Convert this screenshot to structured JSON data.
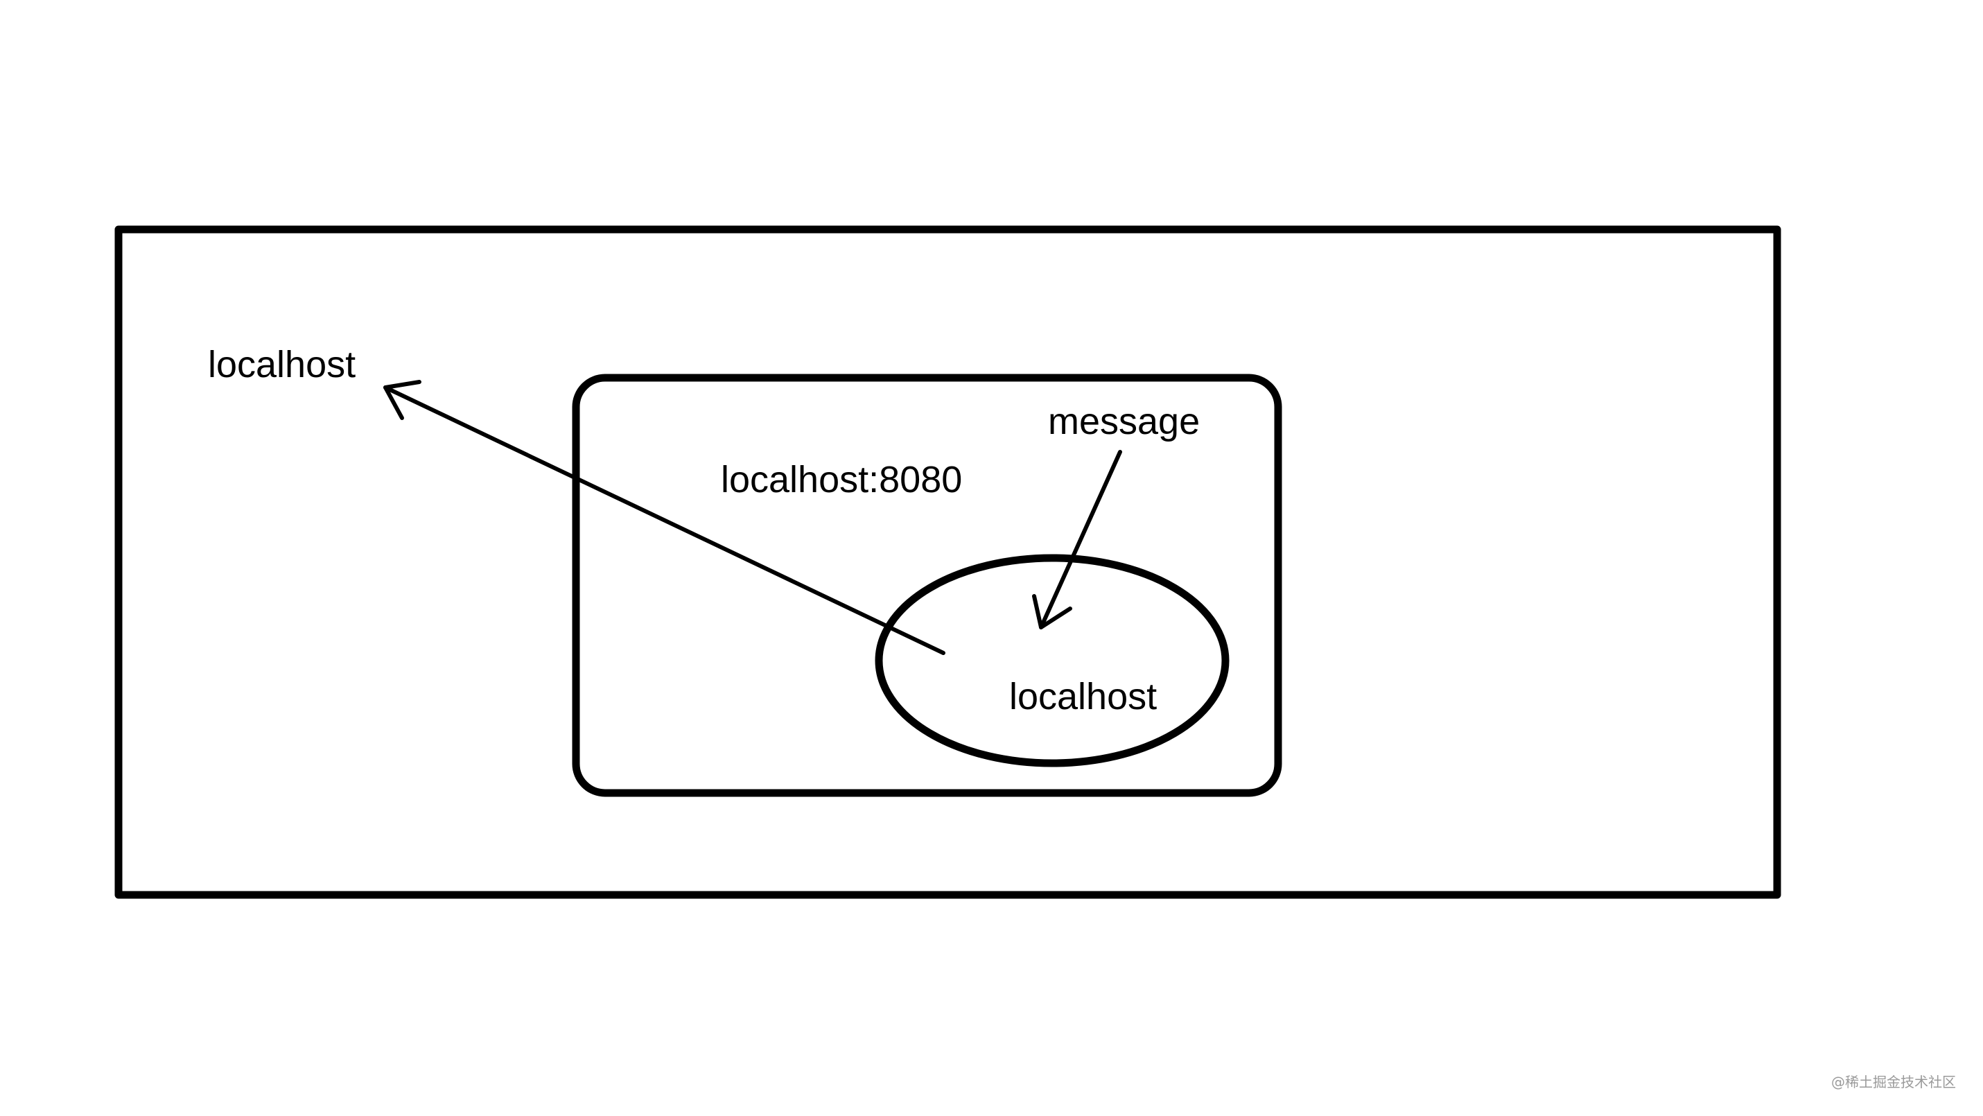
{
  "diagram": {
    "outer_label": "localhost",
    "inner_box_label": "localhost:8080",
    "message_label": "message",
    "ellipse_label": "localhost",
    "watermark": "@稀土掘金技术社区"
  }
}
